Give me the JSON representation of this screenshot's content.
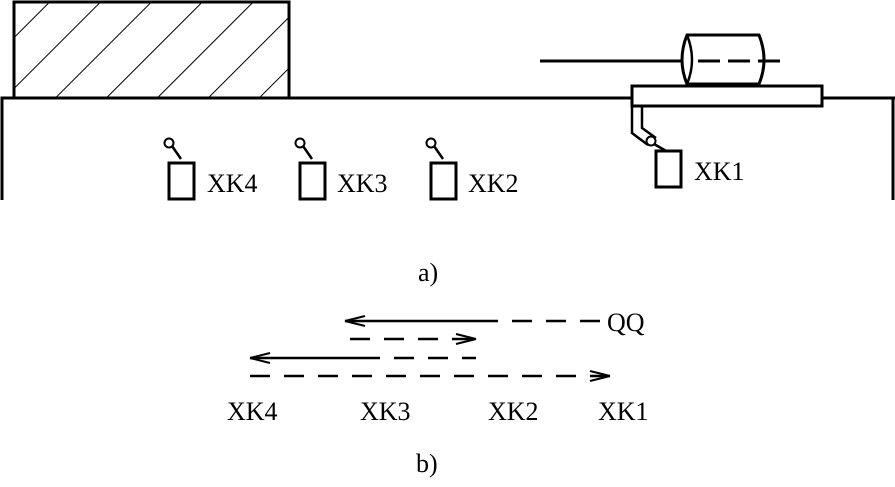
{
  "figure_a": {
    "caption": "a)",
    "switches": [
      {
        "id": "xk4",
        "label": "XK4"
      },
      {
        "id": "xk3",
        "label": "XK3"
      },
      {
        "id": "xk2",
        "label": "XK2"
      },
      {
        "id": "xk1",
        "label": "XK1"
      }
    ]
  },
  "figure_b": {
    "caption": "b)",
    "start_label": "QQ",
    "positions": [
      "XK4",
      "XK3",
      "XK2",
      "XK1"
    ]
  },
  "colors": {
    "stroke": "#000000",
    "background": "#ffffff"
  }
}
